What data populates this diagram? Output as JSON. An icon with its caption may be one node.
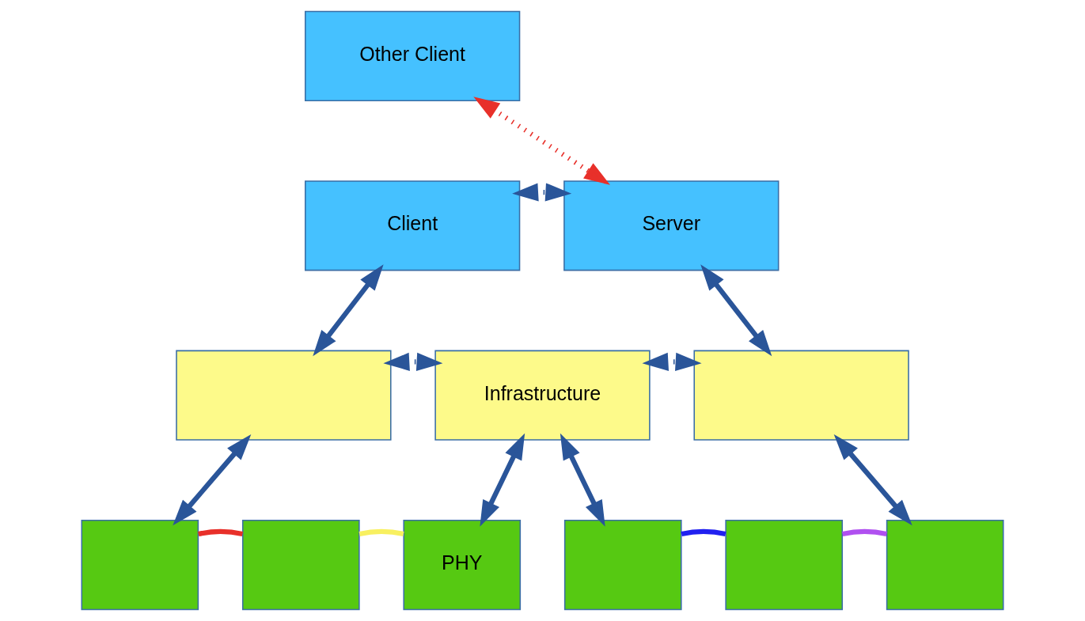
{
  "diagram": {
    "nodes": [
      {
        "text": [
          "Other Client"
        ]
      },
      {
        "text": [
          "Client"
        ]
      },
      {
        "text": [
          "Server"
        ]
      },
      {
        "text": [],
        "shape": "box"
      },
      {
        "text": [
          "Infrastructure"
        ]
      },
      {
        "text": [],
        "shape": "box"
      },
      {
        "text": [],
        "shape": "box"
      },
      {
        "text": [],
        "shape": "box"
      },
      {
        "text": [
          "PHY"
        ]
      },
      {
        "text": [],
        "shape": "box"
      },
      {
        "text": [],
        "shape": "box"
      },
      {
        "text": [],
        "shape": "box"
      }
    ],
    "edges": [
      {
        "from": 0,
        "to": 2,
        "arrow": "both",
        "style": "dashed",
        "color": "#e8302a"
      },
      {
        "from": 1,
        "to": 2,
        "arrow": "both",
        "style": "dashed"
      },
      {
        "from": 1,
        "to": 3,
        "arrow": "both"
      },
      {
        "from": 2,
        "to": 5,
        "arrow": "both"
      },
      {
        "from": 3,
        "to": 4,
        "arrow": "both",
        "style": "dashed"
      },
      {
        "from": 4,
        "to": 5,
        "arrow": "both",
        "style": "dashed"
      },
      {
        "from": 3,
        "to": 6,
        "arrow": "both"
      },
      {
        "from": 4,
        "to": 8,
        "arrow": "both"
      },
      {
        "from": 4,
        "to": 9,
        "arrow": "both"
      },
      {
        "from": 5,
        "to": 11,
        "arrow": "both"
      },
      {
        "from": 6,
        "to": 7,
        "arrow": "none",
        "color": "#e8302a"
      },
      {
        "from": 7,
        "to": 8,
        "arrow": "none",
        "color": "#f8f060"
      },
      {
        "from": 9,
        "to": 10,
        "arrow": "none",
        "color": "#2020f0"
      },
      {
        "from": 10,
        "to": 11,
        "arrow": "none",
        "color": "#b050f0"
      }
    ]
  }
}
